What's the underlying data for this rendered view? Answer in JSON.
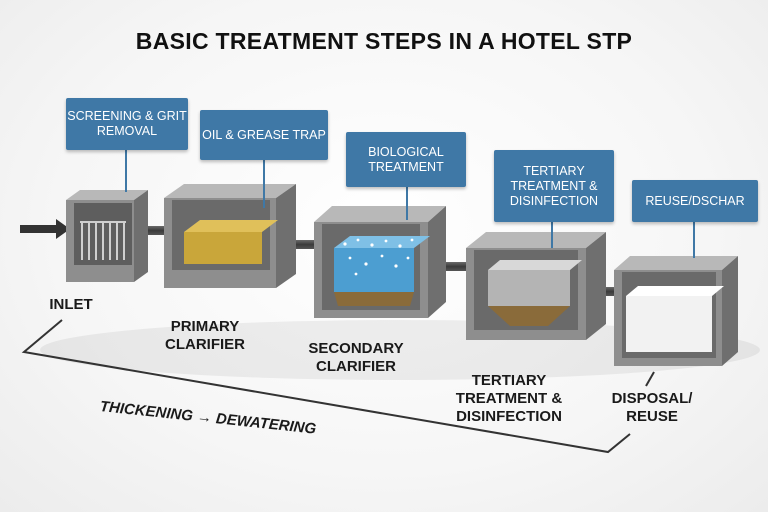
{
  "title": "BASIC TREATMENT STEPS IN A HOTEL STP",
  "callouts": [
    {
      "text": "SCREENING & GRIT REMOVAL"
    },
    {
      "text": "OIL & GREASE TRAP"
    },
    {
      "text": "BIOLOGICAL TREATMENT"
    },
    {
      "text": "TERTIARY TREATMENT & DISINFECTION"
    },
    {
      "text": "REUSE/DSCHAR"
    }
  ],
  "stages": [
    {
      "label": "INLET"
    },
    {
      "label": "PRIMARY CLARIFIER"
    },
    {
      "label": "SECONDARY CLARIFIER"
    },
    {
      "label": "TERTIARY TREATMENT & DISINFECTION"
    },
    {
      "label": "DISPOSAL/ REUSE"
    }
  ],
  "sludge_line": {
    "text": "THICKENING → DEWATERING"
  },
  "colors": {
    "callout": "#3f78a6",
    "tank": "#8e8e8e",
    "grease": "#c9a63a",
    "water": "#4c9ed1",
    "sludge": "#8a6b3a",
    "clean_water": "#f2f2f2"
  }
}
